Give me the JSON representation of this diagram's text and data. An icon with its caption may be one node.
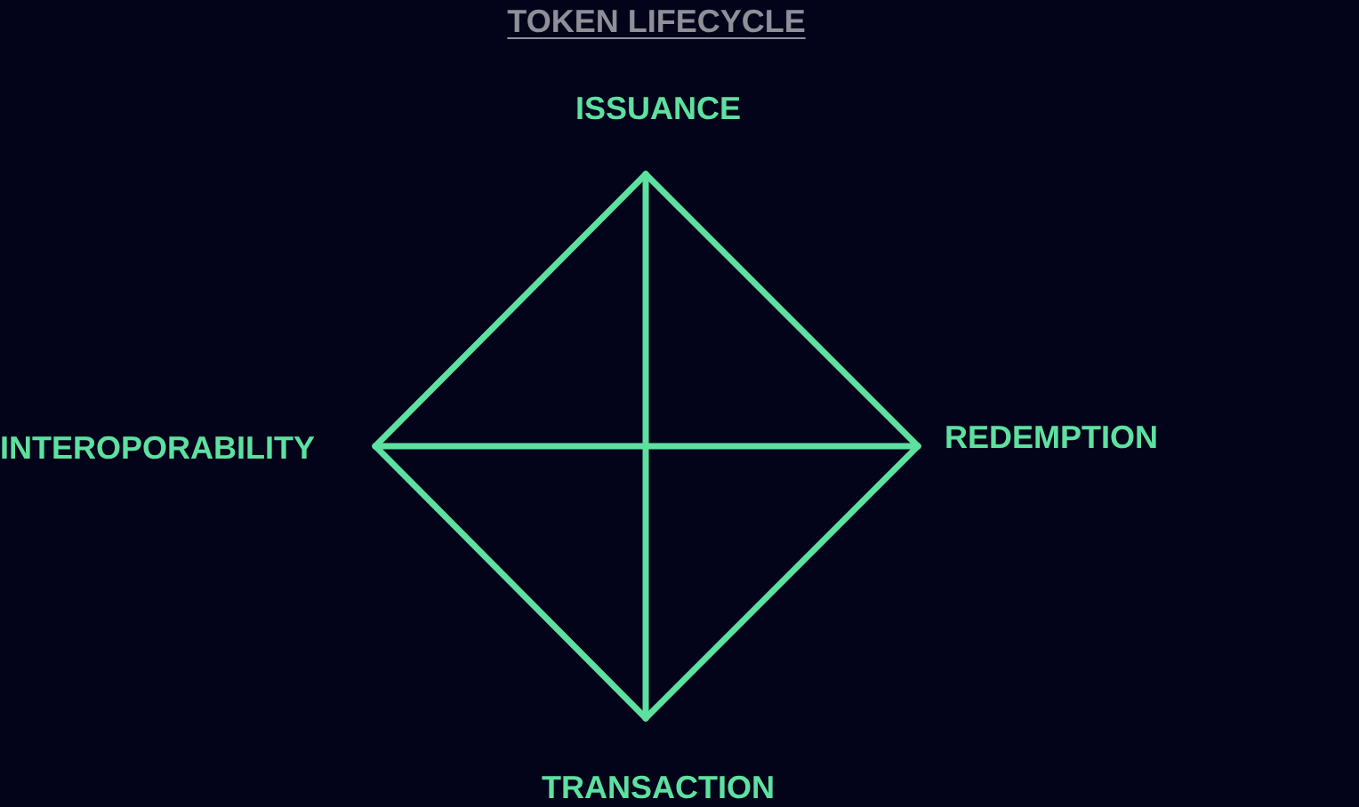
{
  "diagram": {
    "title": "TOKEN LIFECYCLE",
    "nodes": [
      {
        "text": [
          "ISSUANCE"
        ]
      },
      {
        "text": [
          "INTEROPORABILITY"
        ]
      },
      {
        "text": [
          "REDEMPTION"
        ]
      },
      {
        "text": [
          "TRANSACTION"
        ]
      }
    ],
    "edges": [
      {
        "from": 0,
        "to": 2,
        "arrow": "none"
      },
      {
        "from": 2,
        "to": 3,
        "arrow": "none"
      },
      {
        "from": 3,
        "to": 1,
        "arrow": "none"
      },
      {
        "from": 1,
        "to": 0,
        "arrow": "none"
      },
      {
        "from": 0,
        "to": 3,
        "arrow": "none"
      },
      {
        "from": 1,
        "to": 2,
        "arrow": "none"
      }
    ]
  }
}
